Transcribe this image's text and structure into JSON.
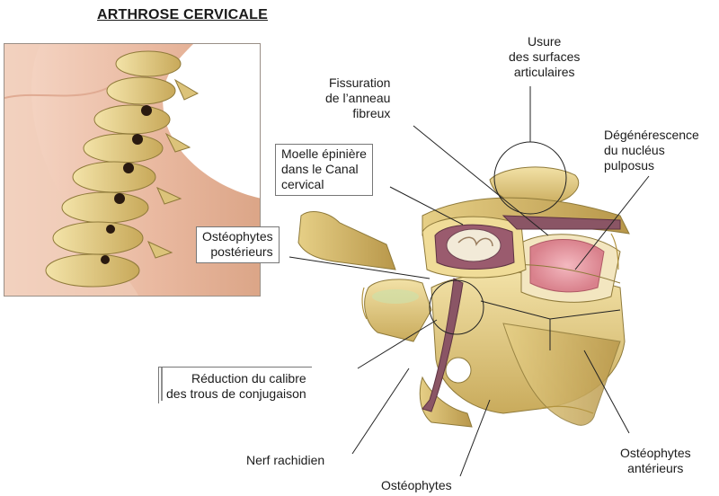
{
  "title": "ARTHROSE CERVICALE",
  "labels": {
    "usure": [
      "Usure",
      "des surfaces",
      "articulaires"
    ],
    "fissuration": [
      "Fissuration",
      "de l’anneau",
      "fibreux"
    ],
    "degenerescence": [
      "Dégénérescence",
      "du nucléus",
      "pulposus"
    ],
    "moelle": [
      "Moelle épinière",
      "dans le Canal",
      "cervical"
    ],
    "osteophytes_posterieurs": [
      "Ostéophytes",
      "postérieurs"
    ],
    "reduction": [
      "Réduction du calibre",
      "des trous de conjugaison"
    ],
    "nerf": "Nerf rachidien",
    "osteophytes": "Ostéophytes",
    "osteophytes_anterieurs": [
      "Ostéophytes",
      "antérieurs"
    ]
  },
  "colors": {
    "bone": "#e8d490",
    "bone_dark": "#b99a4a",
    "skin": "#f1c7b2",
    "nerve": "#8a5565",
    "disc_red": "#e8a0a8",
    "line": "#222222"
  }
}
